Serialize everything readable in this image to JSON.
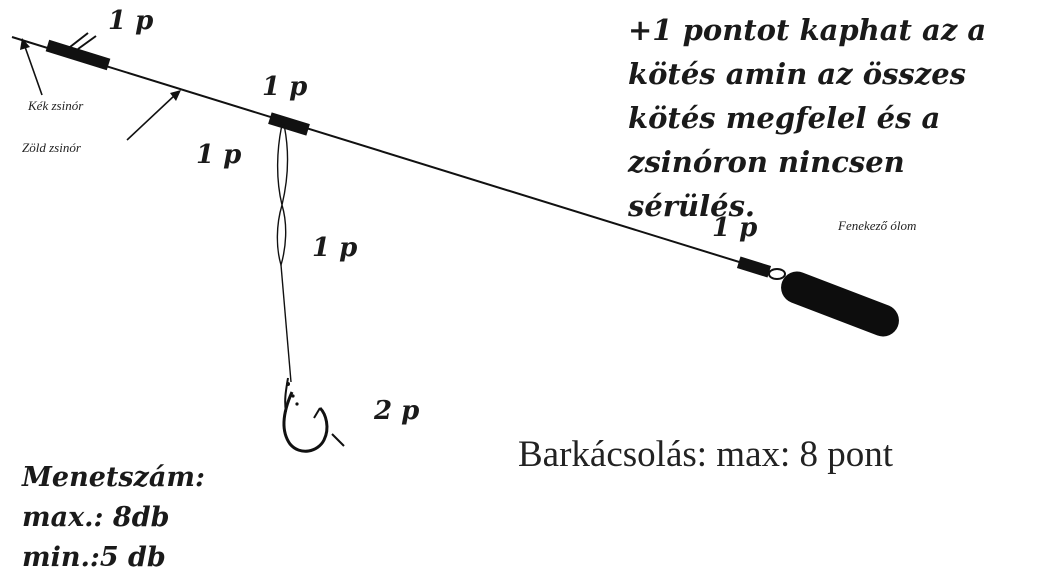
{
  "diagram": {
    "points": {
      "p1_top_left": "1 p",
      "p1_swivel": "1 p",
      "p1_main_line": "1 p",
      "p1_loop": "1 p",
      "p1_lead": "1 p",
      "p2_hook": "2 p"
    },
    "labels": {
      "blue_line": "Kék zsinór",
      "green_line": "Zöld zsinór",
      "lead": "Fenekező ólom"
    },
    "bonus_note": "+1 pontot kaphat az a kötés amin az összes kötés megfelel és a zsinóron nincsen sérülés.",
    "title": "Barkácsolás: max: 8 pont",
    "count": {
      "heading": "Menetszám:",
      "max": "max.: 8db",
      "min": "min.:5 db"
    },
    "colors": {
      "ink": "#111111",
      "background": "#ffffff"
    }
  }
}
